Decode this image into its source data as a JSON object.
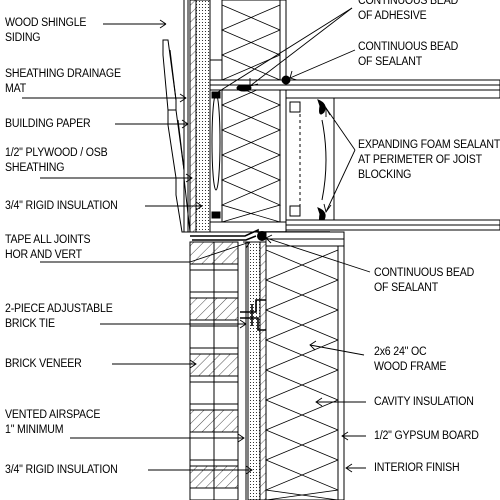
{
  "left_labels": [
    {
      "id": "wood-shingle-siding",
      "lines": [
        "WOOD SHINGLE",
        "SIDING"
      ]
    },
    {
      "id": "sheathing-drainage-mat",
      "lines": [
        "SHEATHING DRAINAGE",
        "MAT"
      ]
    },
    {
      "id": "building-paper",
      "lines": [
        "BUILDING PAPER"
      ]
    },
    {
      "id": "plywood-osb-sheathing",
      "lines": [
        "1/2\" PLYWOOD / OSB",
        "SHEATHING"
      ]
    },
    {
      "id": "rigid-insulation-upper",
      "lines": [
        "3/4\" RIGID INSULATION"
      ]
    },
    {
      "id": "tape-all-joints",
      "lines": [
        "TAPE ALL JOINTS",
        "HOR AND VERT"
      ]
    },
    {
      "id": "brick-tie",
      "lines": [
        "2-PIECE ADJUSTABLE",
        "BRICK TIE"
      ]
    },
    {
      "id": "brick-veneer",
      "lines": [
        "BRICK VENEER"
      ]
    },
    {
      "id": "vented-airspace",
      "lines": [
        "VENTED AIRSPACE",
        "1\" MINIMUM"
      ]
    },
    {
      "id": "rigid-insulation-lower",
      "lines": [
        "3/4\" RIGID INSULATION"
      ]
    }
  ],
  "right_labels": [
    {
      "id": "adhesive-bead",
      "lines": [
        "CONTINUOUS BEAD",
        "OF ADHESIVE"
      ]
    },
    {
      "id": "sealant-bead-upper",
      "lines": [
        "CONTINUOUS BEAD",
        "OF SEALANT"
      ]
    },
    {
      "id": "foam-sealant",
      "lines": [
        "EXPANDING FOAM SEALANT",
        "AT PERIMETER OF JOIST",
        "BLOCKING"
      ]
    },
    {
      "id": "sealant-bead-lower",
      "lines": [
        "CONTINUOUS BEAD",
        "OF SEALANT"
      ]
    },
    {
      "id": "wood-frame",
      "lines": [
        "2x6 24\" OC",
        "WOOD FRAME"
      ]
    },
    {
      "id": "cavity-insulation",
      "lines": [
        "CAVITY INSULATION"
      ]
    },
    {
      "id": "gypsum-board",
      "lines": [
        "1/2\" GYPSUM BOARD"
      ]
    },
    {
      "id": "interior-finish",
      "lines": [
        "INTERIOR FINISH"
      ]
    }
  ],
  "colors": {
    "line": "#000000",
    "background": "#ffffff",
    "fill_dark": "#000000"
  }
}
